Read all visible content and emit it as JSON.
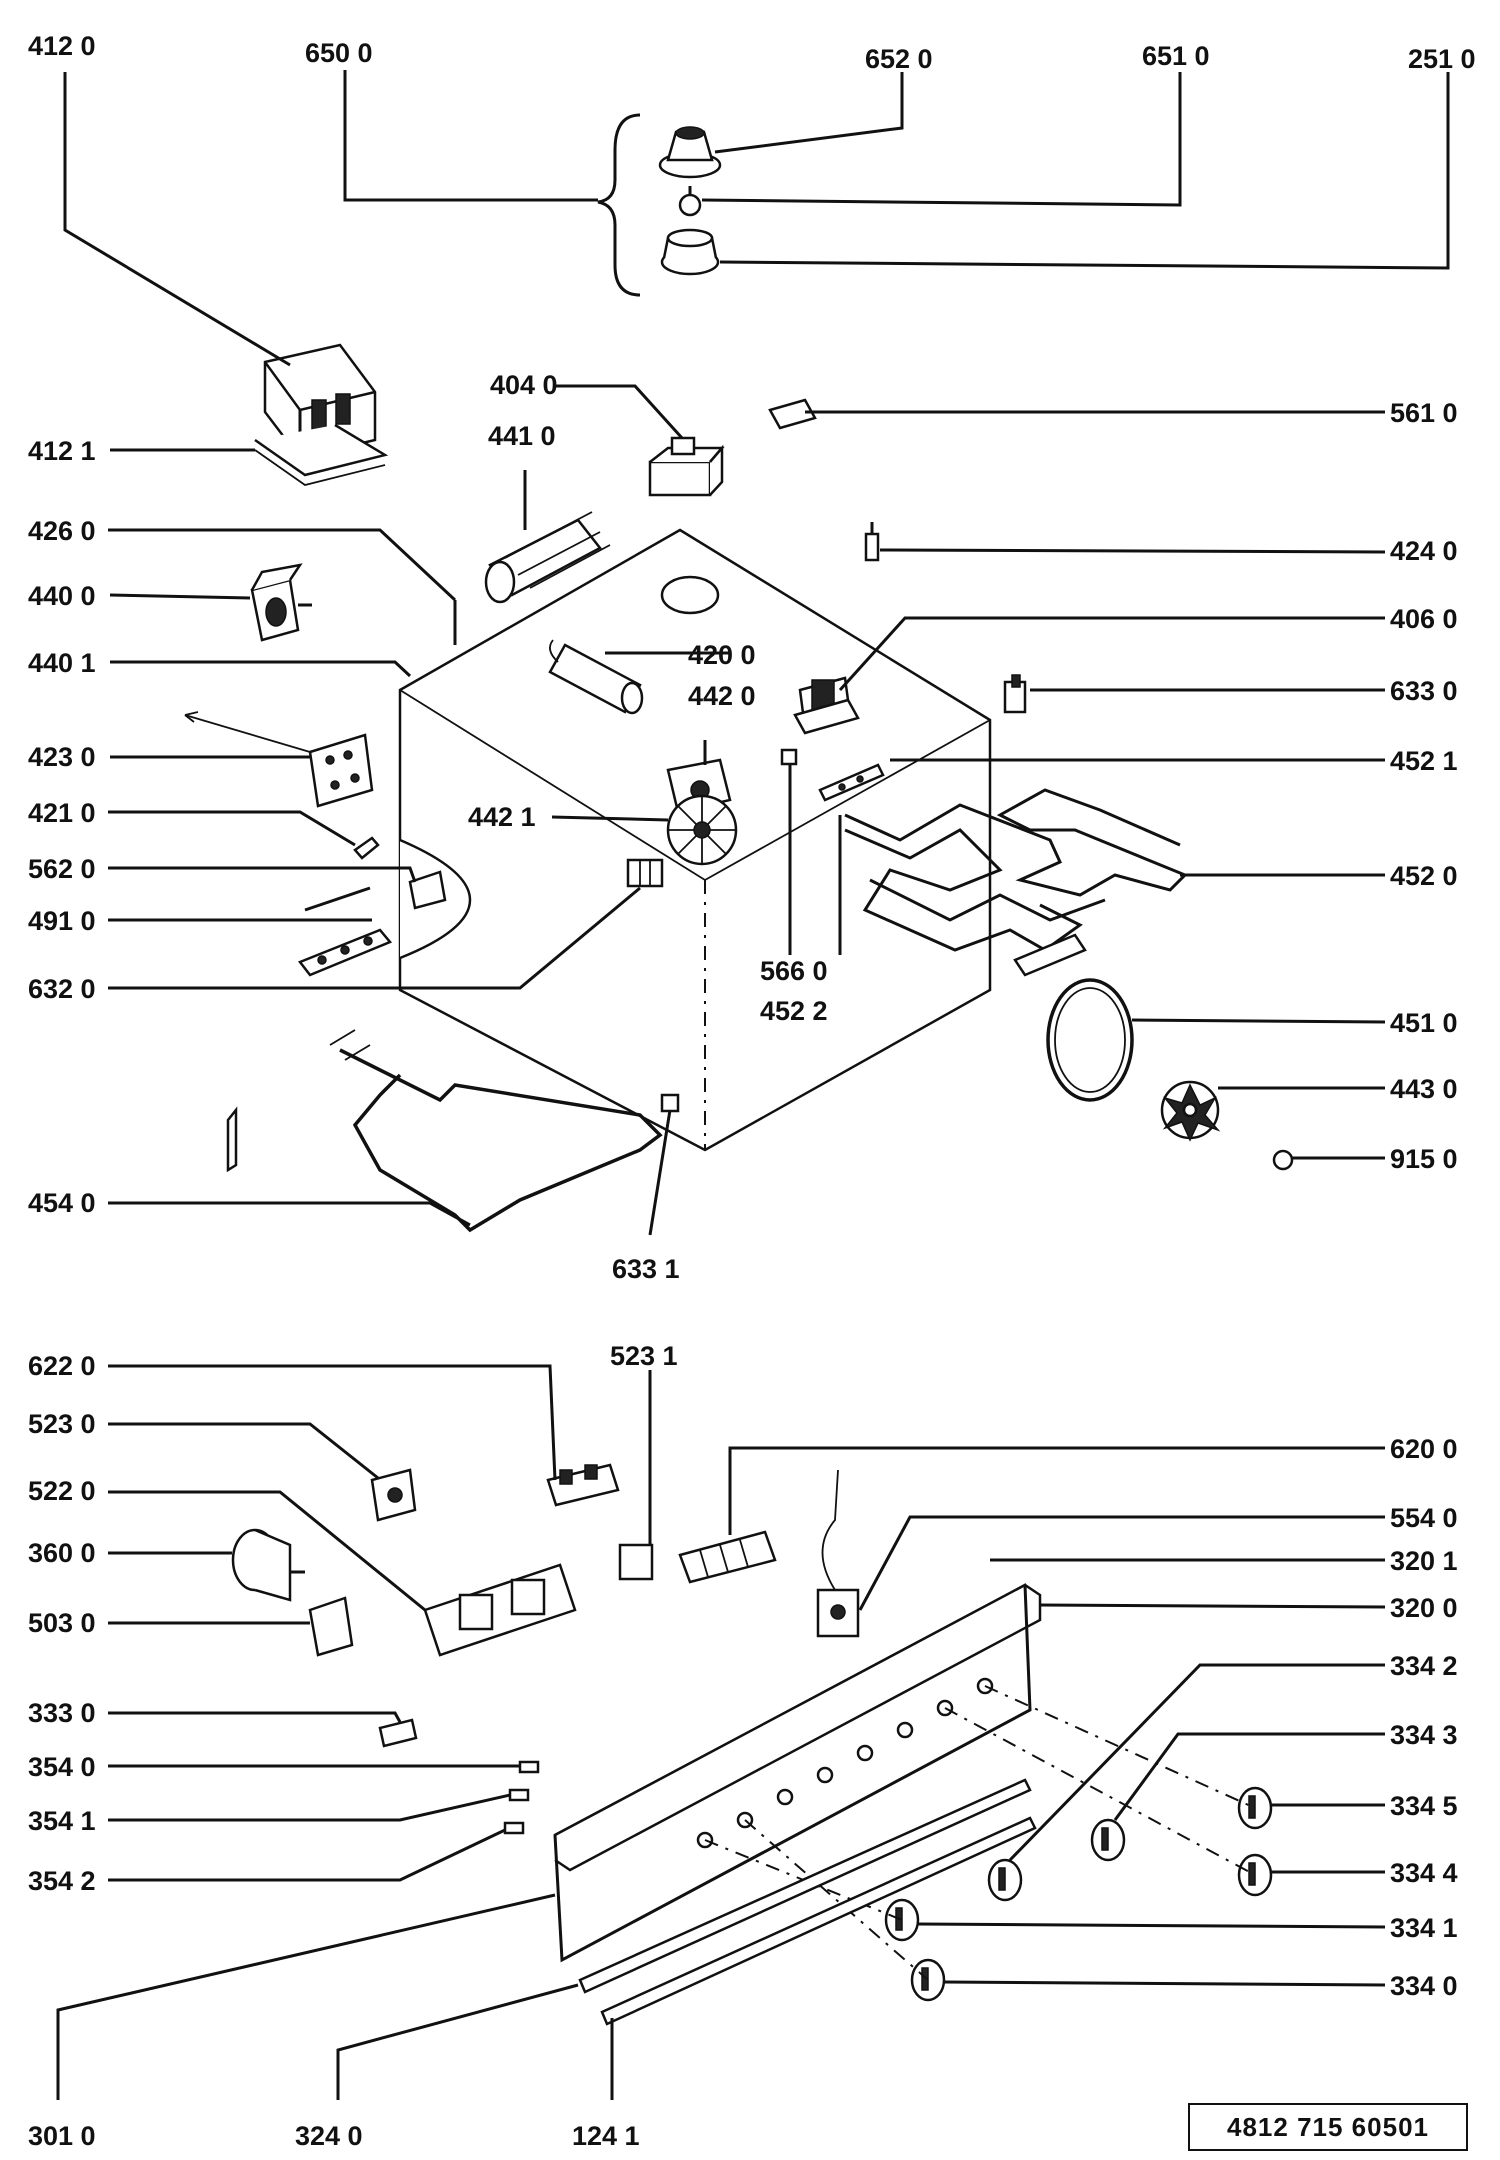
{
  "diagram": {
    "document_number": "4812  715  60501",
    "labels": [
      {
        "id": "l4120",
        "text": "412 0"
      },
      {
        "id": "l6500",
        "text": "650 0"
      },
      {
        "id": "l6520",
        "text": "652 0"
      },
      {
        "id": "l6510",
        "text": "651 0"
      },
      {
        "id": "l2510",
        "text": "251 0"
      },
      {
        "id": "l4121",
        "text": "412 1"
      },
      {
        "id": "l4040",
        "text": "404 0"
      },
      {
        "id": "l4410",
        "text": "441 0"
      },
      {
        "id": "l5610",
        "text": "561 0"
      },
      {
        "id": "l4260",
        "text": "426 0"
      },
      {
        "id": "l4240",
        "text": "424 0"
      },
      {
        "id": "l4400",
        "text": "440 0"
      },
      {
        "id": "l4060",
        "text": "406 0"
      },
      {
        "id": "l4200",
        "text": "420 0"
      },
      {
        "id": "l4401",
        "text": "440 1"
      },
      {
        "id": "l4420",
        "text": "442 0"
      },
      {
        "id": "l6330",
        "text": "633 0"
      },
      {
        "id": "l4230",
        "text": "423 0"
      },
      {
        "id": "l4521",
        "text": "452 1"
      },
      {
        "id": "l4421",
        "text": "442 1"
      },
      {
        "id": "l4210",
        "text": "421 0"
      },
      {
        "id": "l5620",
        "text": "562 0"
      },
      {
        "id": "l4520",
        "text": "452 0"
      },
      {
        "id": "l4910",
        "text": "491 0"
      },
      {
        "id": "l5660",
        "text": "566 0"
      },
      {
        "id": "l4522",
        "text": "452 2"
      },
      {
        "id": "l6320",
        "text": "632 0"
      },
      {
        "id": "l4510",
        "text": "451 0"
      },
      {
        "id": "l4430",
        "text": "443 0"
      },
      {
        "id": "l9150",
        "text": "915 0"
      },
      {
        "id": "l4540",
        "text": "454 0"
      },
      {
        "id": "l6331",
        "text": "633 1"
      },
      {
        "id": "l6220",
        "text": "622 0"
      },
      {
        "id": "l5231",
        "text": "523 1"
      },
      {
        "id": "l5230",
        "text": "523 0"
      },
      {
        "id": "l6200",
        "text": "620 0"
      },
      {
        "id": "l5220",
        "text": "522 0"
      },
      {
        "id": "l5540",
        "text": "554 0"
      },
      {
        "id": "l3600",
        "text": "360 0"
      },
      {
        "id": "l3201",
        "text": "320 1"
      },
      {
        "id": "l5030",
        "text": "503 0"
      },
      {
        "id": "l3200",
        "text": "320 0"
      },
      {
        "id": "l3342",
        "text": "334 2"
      },
      {
        "id": "l3330",
        "text": "333 0"
      },
      {
        "id": "l3343",
        "text": "334 3"
      },
      {
        "id": "l3540",
        "text": "354 0"
      },
      {
        "id": "l3345",
        "text": "334 5"
      },
      {
        "id": "l3541",
        "text": "354 1"
      },
      {
        "id": "l3344",
        "text": "334 4"
      },
      {
        "id": "l3542",
        "text": "354 2"
      },
      {
        "id": "l3341",
        "text": "334 1"
      },
      {
        "id": "l3340",
        "text": "334 0"
      },
      {
        "id": "l3010",
        "text": "301 0"
      },
      {
        "id": "l3240",
        "text": "324 0"
      },
      {
        "id": "l1241",
        "text": "124 1"
      }
    ]
  }
}
